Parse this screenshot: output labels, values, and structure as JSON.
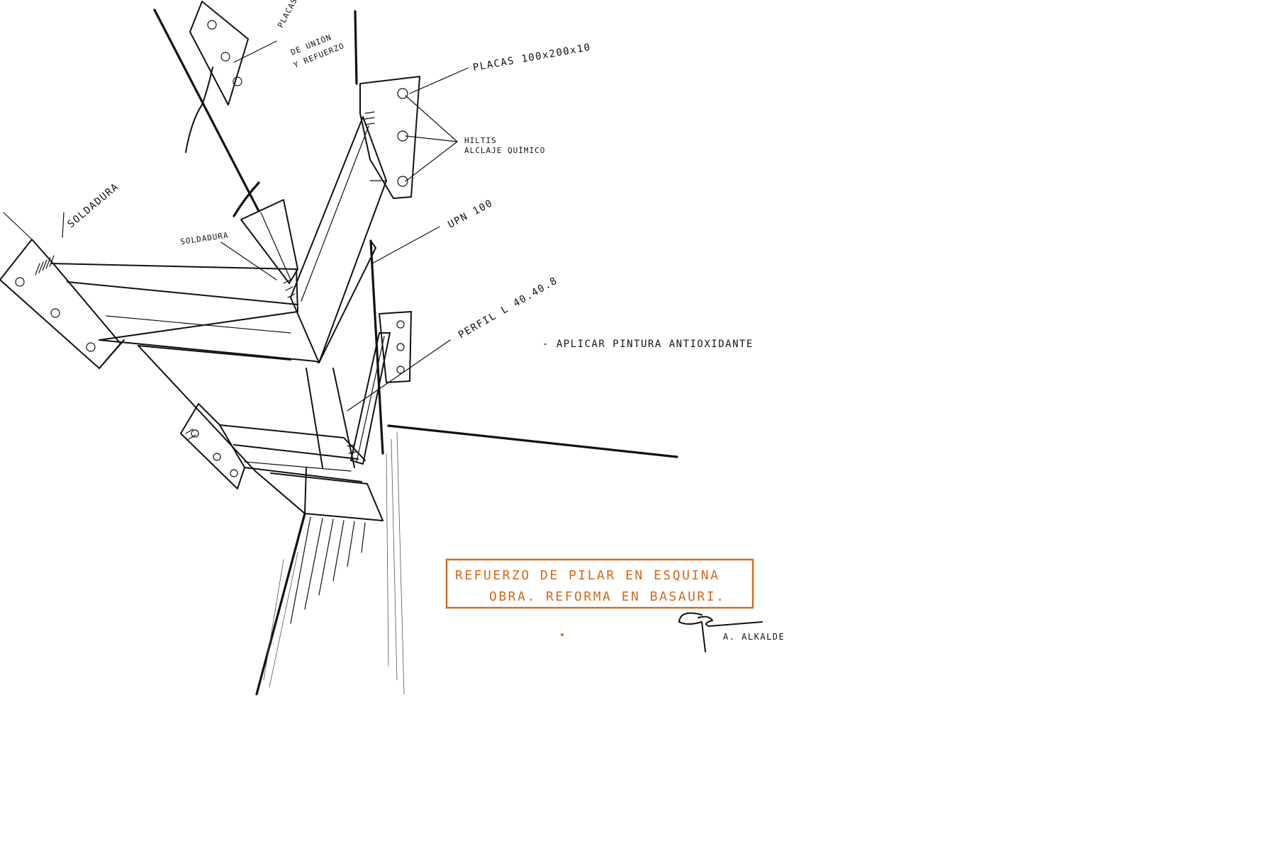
{
  "labels": {
    "placas_union_1": "PLACAS",
    "placas_union_2": "DE UNIÓN",
    "placas_union_3": "Y REFUERZO",
    "placas": "PLACAS 100x200x10",
    "hiltis_1": "HILTIS",
    "hiltis_2": "ALCLAJE QUÍMICO",
    "soldadura_left": "SOLDADURA",
    "soldadura_mid": "SOLDADURA",
    "upn": "UPN 100",
    "perfil": "PERFIL L 40.40.8",
    "pintura": "- APLICAR PINTURA ANTIOXIDANTE"
  },
  "title_box": {
    "line1": "REFUERZO DE PILAR EN ESQUINA",
    "line2": "OBRA. REFORMA EN BASAURI.",
    "color": "#d2691e"
  },
  "signature": {
    "name": "A. ALKALDE"
  }
}
